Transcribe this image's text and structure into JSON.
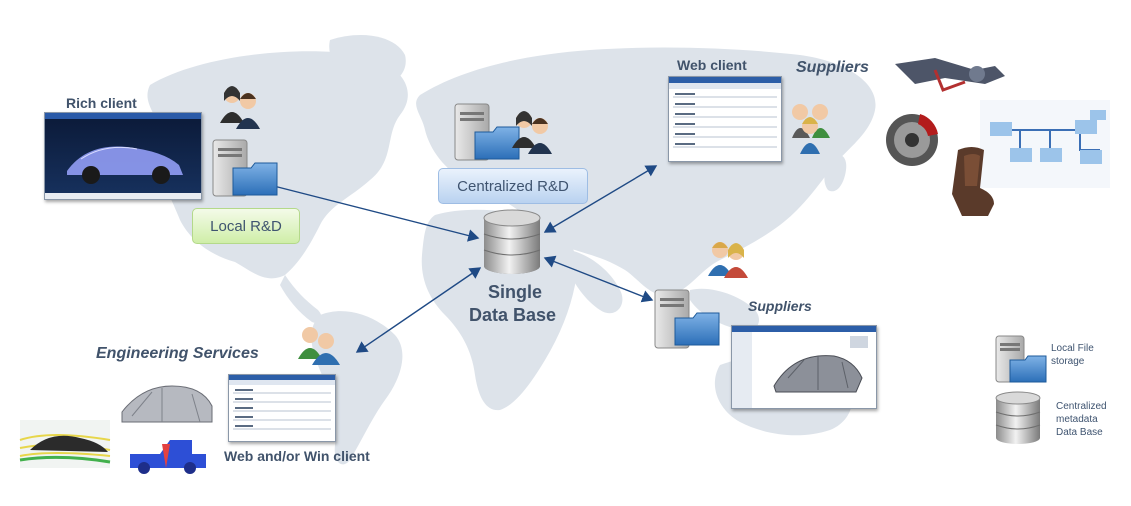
{
  "labels": {
    "rich_client": "Rich client",
    "local_rd": "Local R&D",
    "centralized_rd": "Centralized R&D",
    "single_db_line1": "Single",
    "single_db_line2": "Data Base",
    "web_client": "Web client",
    "suppliers_top": "Suppliers",
    "suppliers_mid": "Suppliers",
    "engineering_services": "Engineering Services",
    "web_win_client": "Web and/or Win client"
  },
  "legend": {
    "local_file_line1": "Local File",
    "local_file_line2": "storage",
    "central_db_line1": "Centralized",
    "central_db_line2": "metadata",
    "central_db_line3": "Data Base"
  },
  "colors": {
    "map": "#dde3ea",
    "arrow": "#1f4a85",
    "label": "#41536b",
    "local_rd_fill": "#dff5c6",
    "central_rd_fill": "#cfe0f5"
  }
}
